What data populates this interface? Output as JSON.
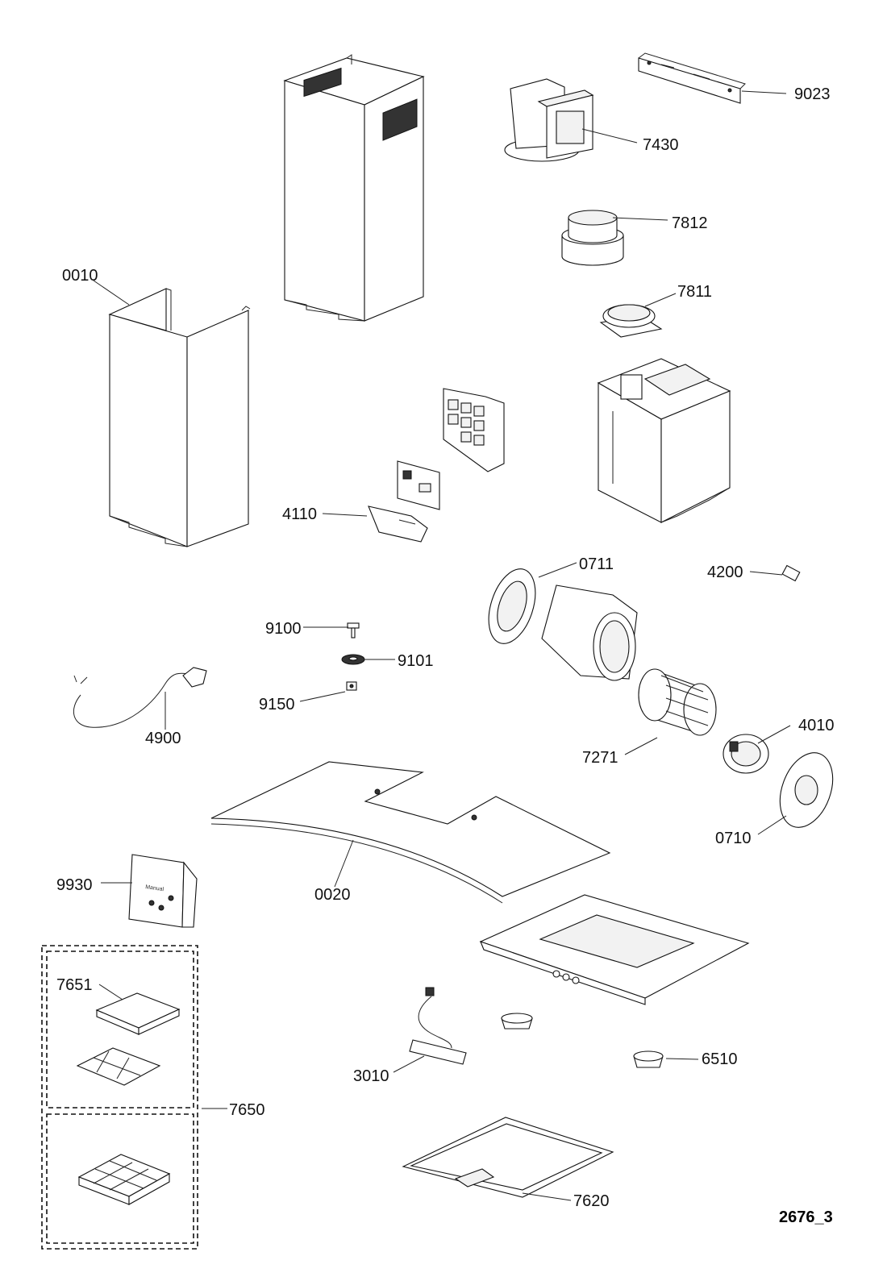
{
  "drawing_id": "2676_3",
  "parts": [
    {
      "key": "0010",
      "label": "0010"
    },
    {
      "key": "0020",
      "label": "0020"
    },
    {
      "key": "0710",
      "label": "0710"
    },
    {
      "key": "0711",
      "label": "0711"
    },
    {
      "key": "3010",
      "label": "3010"
    },
    {
      "key": "4010",
      "label": "4010"
    },
    {
      "key": "4110",
      "label": "4110"
    },
    {
      "key": "4200",
      "label": "4200"
    },
    {
      "key": "4900",
      "label": "4900"
    },
    {
      "key": "6510",
      "label": "6510"
    },
    {
      "key": "7271",
      "label": "7271"
    },
    {
      "key": "7430",
      "label": "7430"
    },
    {
      "key": "7620",
      "label": "7620"
    },
    {
      "key": "7650",
      "label": "7650"
    },
    {
      "key": "7651",
      "label": "7651"
    },
    {
      "key": "7811",
      "label": "7811"
    },
    {
      "key": "7812",
      "label": "7812"
    },
    {
      "key": "9023",
      "label": "9023"
    },
    {
      "key": "9100",
      "label": "9100"
    },
    {
      "key": "9101",
      "label": "9101"
    },
    {
      "key": "9150",
      "label": "9150"
    },
    {
      "key": "9930",
      "label": "9930"
    }
  ],
  "manual_text": "Manual"
}
